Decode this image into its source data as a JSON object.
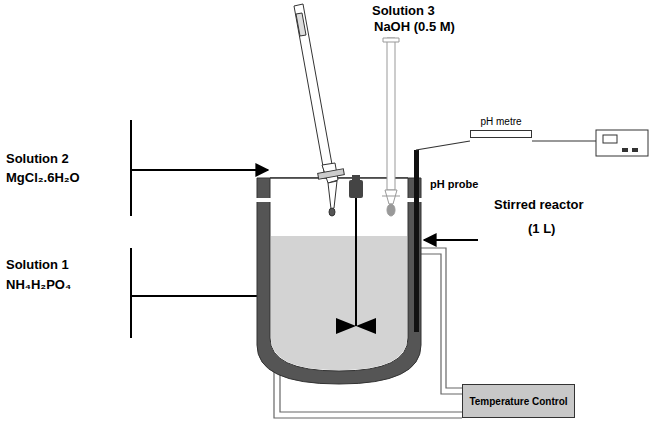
{
  "diagram": {
    "nodes": [
      {
        "text": [
          "pH metre"
        ]
      },
      {
        "text": [
          "Temperature Control"
        ]
      }
    ],
    "labels": [
      "Solution 3",
      "NaOH (0.5 M)",
      "Solution 2",
      "MgCl₂.6H₂O",
      "Solution 1",
      "NH₄H₂PO₄",
      "pH probe",
      "Stirred reactor",
      "(1 L)"
    ]
  }
}
